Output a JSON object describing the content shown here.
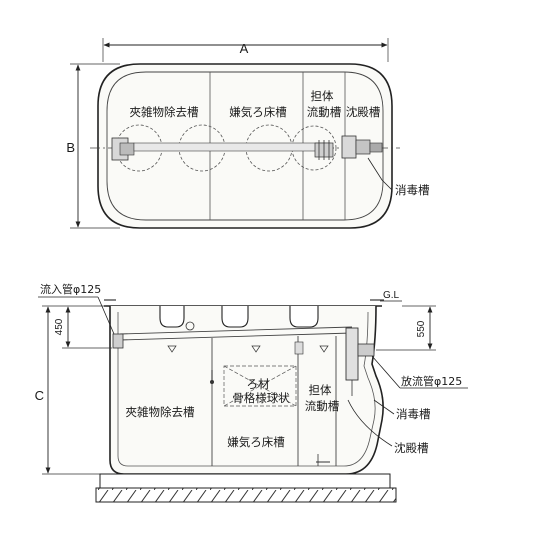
{
  "plan_view": {
    "dim_a": "A",
    "dim_b": "B",
    "zone_solids": "夾雑物除去槽",
    "zone_anaerobic": "嫌気ろ床槽",
    "zone_carrier_line1": "担体",
    "zone_carrier_line2": "流動槽",
    "zone_settling": "沈殿槽",
    "callout_disinfection": "消毒槽"
  },
  "section_view": {
    "dim_c": "C",
    "dim_inlet_depth": "450",
    "dim_outlet_depth": "550",
    "ground_level": "G.L",
    "inlet_pipe": "流入管φ125",
    "outlet_pipe": "放流管φ125",
    "zone_solids": "夾雑物除去槽",
    "filter_media_line1": "ろ材",
    "filter_media_line2": "骨格様球状",
    "zone_anaerobic": "嫌気ろ床槽",
    "zone_carrier_line1": "担体",
    "zone_carrier_line2": "流動槽",
    "callout_disinfection": "消毒槽",
    "callout_settling": "沈殿槽"
  }
}
